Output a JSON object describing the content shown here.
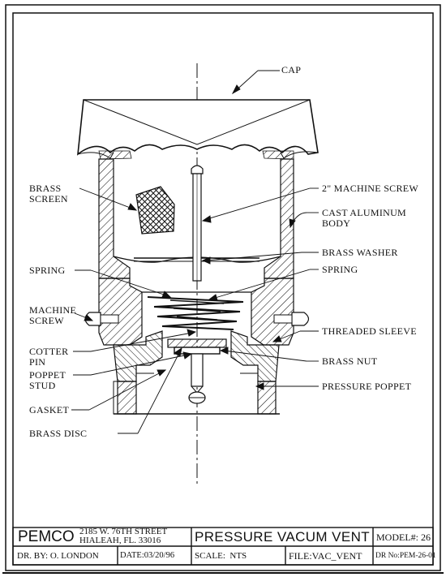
{
  "labels": {
    "cap": "CAP",
    "brass_screen": "BRASS\nSCREEN",
    "machine_screw_2": "2\" MACHINE SCREW",
    "cast_aluminum_body": "CAST ALUMINUM\nBODY",
    "brass_washer": "BRASS WASHER",
    "spring_left": "SPRING",
    "spring_right": "SPRING",
    "machine_screw": "MACHINE\nSCREW",
    "threaded_sleeve": "THREADED SLEEVE",
    "cotter_pin": "COTTER\nPIN",
    "brass_nut": "BRASS NUT",
    "poppet_stud": "POPPET\nSTUD",
    "pressure_poppet": "PRESSURE POPPET",
    "gasket": "GASKET",
    "brass_disc": "BRASS DISC"
  },
  "title_block": {
    "company": "PEMCO",
    "address_line1": "2185 W. 76TH STREET",
    "address_line2": "HIALEAH, FL. 33016",
    "title": "PRESSURE VACUM VENT",
    "model": "MODEL#: 26",
    "drawn_by": "DR. BY: O. LONDON",
    "date": "DATE:03/20/96",
    "scale": "SCALE:  NTS",
    "file": "FILE:VAC_VENT",
    "drawing_no": "DR No:PEM-26-01"
  }
}
